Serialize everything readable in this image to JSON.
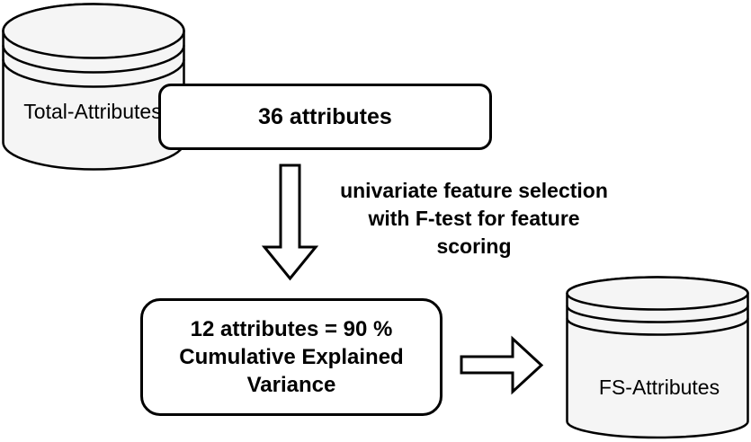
{
  "flowchart": {
    "total_db": {
      "label": "Total-Attributes",
      "shape": "database-cylinder"
    },
    "count_box": {
      "label": "36 attributes"
    },
    "process_annotation": {
      "lines": [
        "univariate feature selection",
        "with F-test for feature",
        "scoring"
      ]
    },
    "selected_box": {
      "lines": [
        "12 attributes = 90 %",
        "Cumulative Explained",
        "Variance"
      ]
    },
    "fs_db": {
      "label": "FS-Attributes",
      "shape": "database-cylinder"
    },
    "colors": {
      "stroke": "#000000",
      "cylinder_fill": "#f5f5f5",
      "shape_fill": "#ffffff",
      "text": "#000000"
    }
  }
}
